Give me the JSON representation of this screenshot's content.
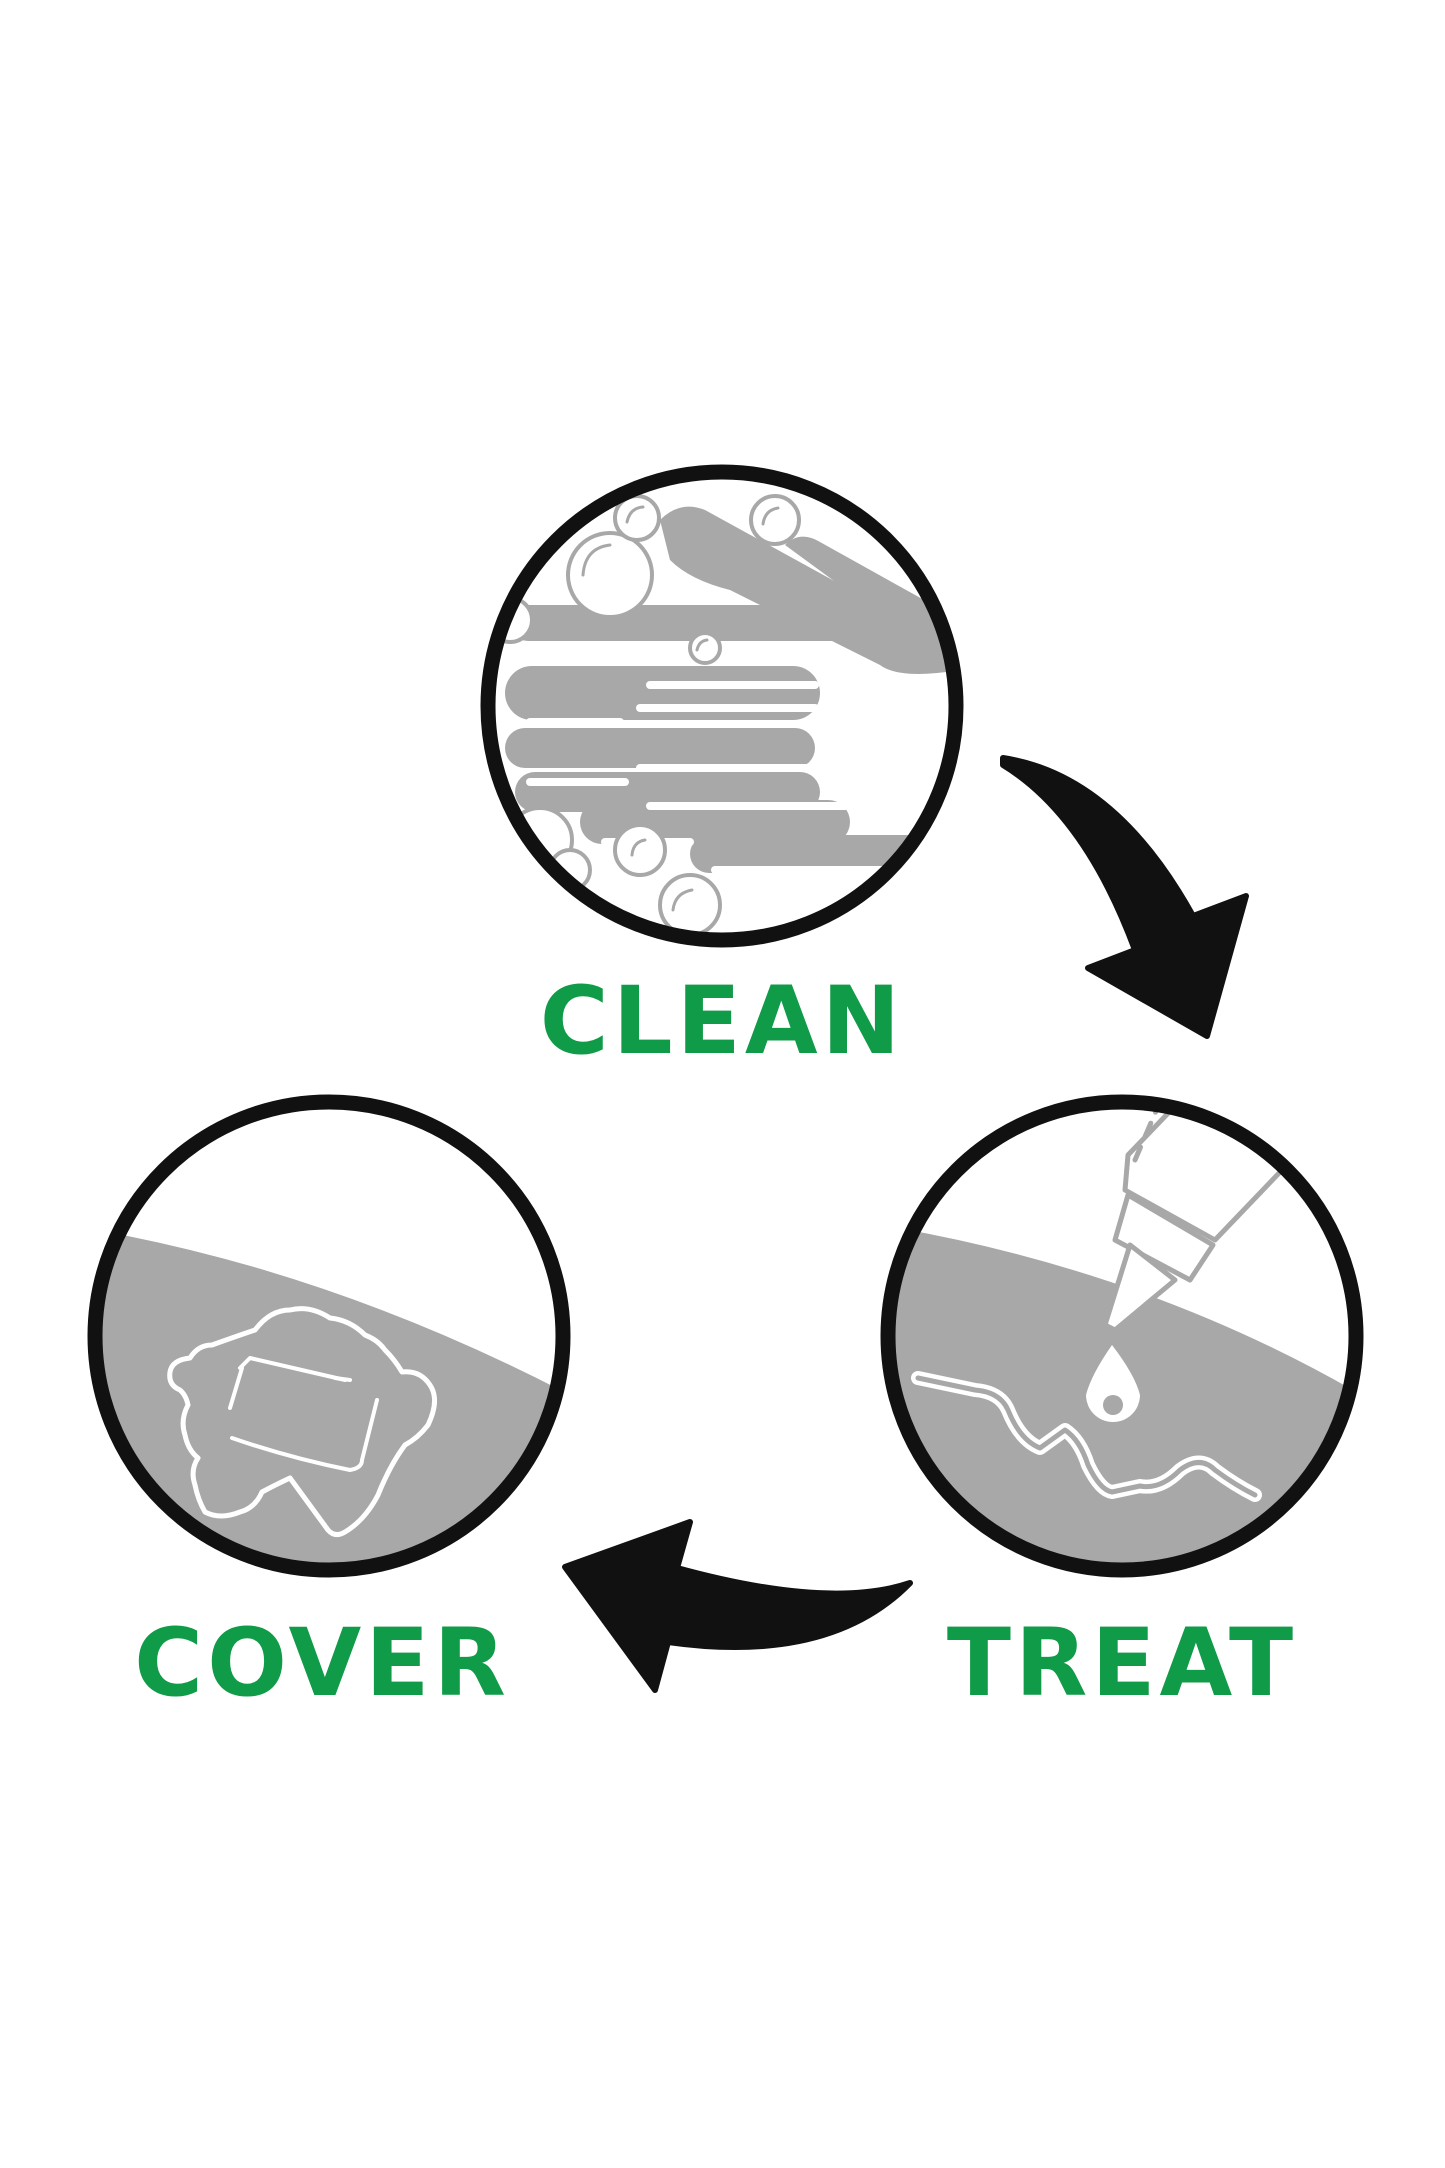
{
  "steps": [
    {
      "id": "clean",
      "label": "CLEAN",
      "icon": "washing-hands-icon"
    },
    {
      "id": "treat",
      "label": "TREAT",
      "icon": "ointment-tube-on-wound-icon"
    },
    {
      "id": "cover",
      "label": "COVER",
      "icon": "bandage-on-skin-icon"
    }
  ],
  "colors": {
    "label": "#0f9b48",
    "ring": "#111111",
    "icon_gray": "#a8a8a8",
    "arrow": "#111111",
    "background": "#ffffff"
  }
}
